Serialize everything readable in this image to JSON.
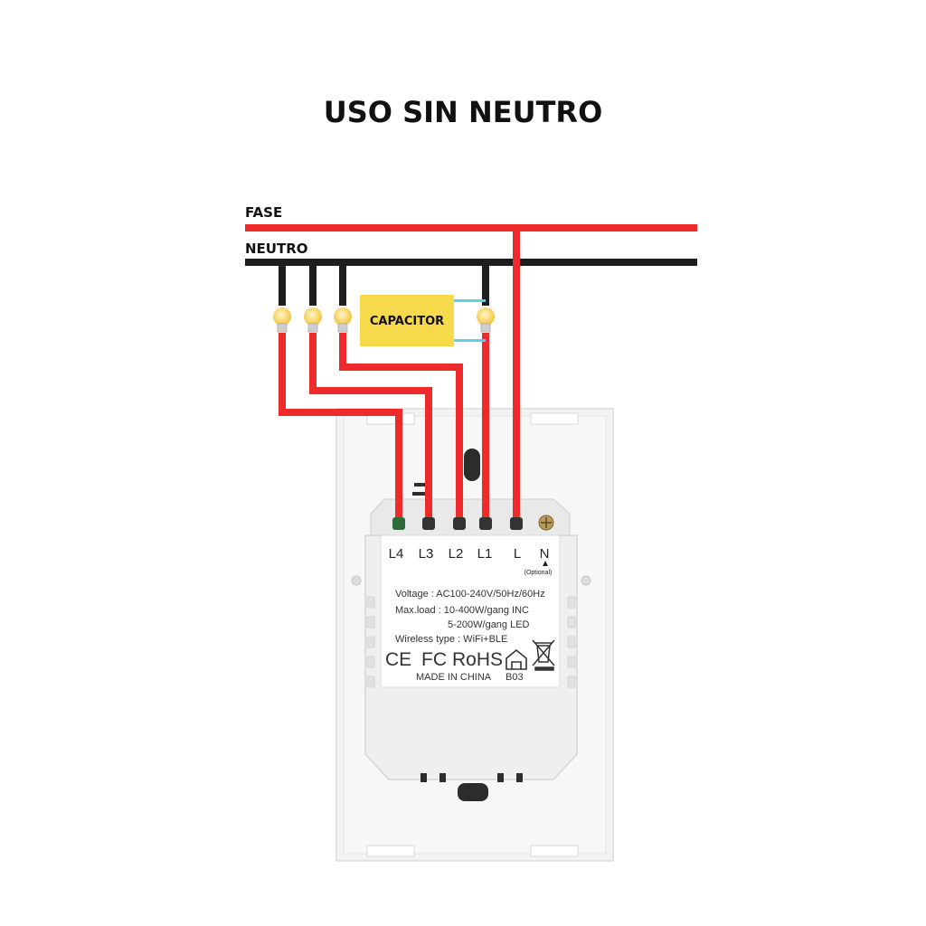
{
  "title": "USO SIN NEUTRO",
  "buses": {
    "phase_label": "FASE",
    "neutral_label": "NEUTRO"
  },
  "capacitor_label": "CAPACITOR",
  "terminals": [
    "L4",
    "L3",
    "L2",
    "L1",
    "L",
    "N"
  ],
  "terminal_note": "(Optional)",
  "specs": {
    "voltage": "Voltage : AC100-240V/50Hz/60Hz",
    "max_load": "Max.load : 10-400W/gang  INC",
    "max_load_led": "5-200W/gang  LED",
    "wireless": "Wireless type : WiFi+BLE",
    "made_in": "MADE IN CHINA",
    "model": "B03"
  },
  "certifications": {
    "ce": "CE",
    "fcc": "FC",
    "rohs": "RoHS"
  },
  "colors": {
    "phase_wire": "#ee2a2a",
    "neutral_wire": "#1e1e1e",
    "capacitor": "#f7d94c",
    "capacitor_lead": "#5fd1d8",
    "bulb": "#f6cc4a",
    "panel": "#f2f2f2"
  },
  "icons": [
    "lightbulb-icon",
    "home-icon",
    "weee-bin-icon"
  ]
}
